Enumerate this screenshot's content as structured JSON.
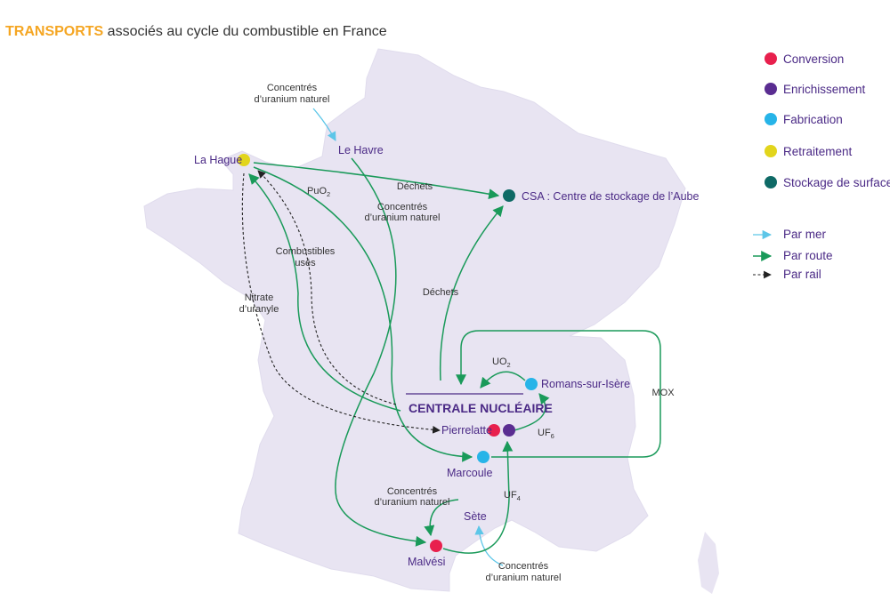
{
  "title": {
    "highlight": "TRANSPORTS",
    "rest": " associés au cycle du combustible en France"
  },
  "colors": {
    "title_highlight": "#f5a623",
    "label": "#4b2a86",
    "map_fill": "#e8e4f2",
    "conversion": "#e8204d",
    "enrichissement": "#5a2d91",
    "fabrication": "#27b4e8",
    "retraitement": "#e2d51c",
    "stockage_surface": "#0f6a66",
    "par_mer": "#5cc6e8",
    "par_route": "#1a9a5a",
    "par_rail": "#222222"
  },
  "legend": {
    "facilities": [
      {
        "label": "Conversion",
        "color": "#e8204d"
      },
      {
        "label": "Enrichissement",
        "color": "#5a2d91"
      },
      {
        "label": "Fabrication",
        "color": "#27b4e8"
      },
      {
        "label": "Retraitement",
        "color": "#e2d51c"
      },
      {
        "label": "Stockage de surface",
        "color": "#0f6a66"
      }
    ],
    "transport": [
      {
        "label": "Par mer",
        "style": "sea"
      },
      {
        "label": "Par route",
        "style": "road"
      },
      {
        "label": "Par rail",
        "style": "rail"
      }
    ]
  },
  "places": {
    "la_hague": "La Hague",
    "le_havre": "Le Havre",
    "csa": "CSA : Centre de stockage de l’Aube",
    "romans": "Romans-sur-Isère",
    "pierrelatte": "Pierrelatte",
    "marcoule": "Marcoule",
    "sete": "Sète",
    "malvesi": "Malvési",
    "centrale": "CENTRALE NUCLÉAIRE"
  },
  "flows": {
    "concentres_l1": "Concentrés",
    "concentres_l2": "d’uranium naturel",
    "dechets": "Déchets",
    "puo2_main": "PuO",
    "puo2_sub": "2",
    "combustibles_l1": "Combustibles",
    "combustibles_l2": "usés",
    "nitrate_l1": "Nitrate",
    "nitrate_l2": "d’uranyle",
    "uo2_main": "UO",
    "uo2_sub": "2",
    "uf6_main": "UF",
    "uf6_sub": "6",
    "uf4_main": "UF",
    "uf4_sub": "4",
    "mox": "MOX"
  }
}
